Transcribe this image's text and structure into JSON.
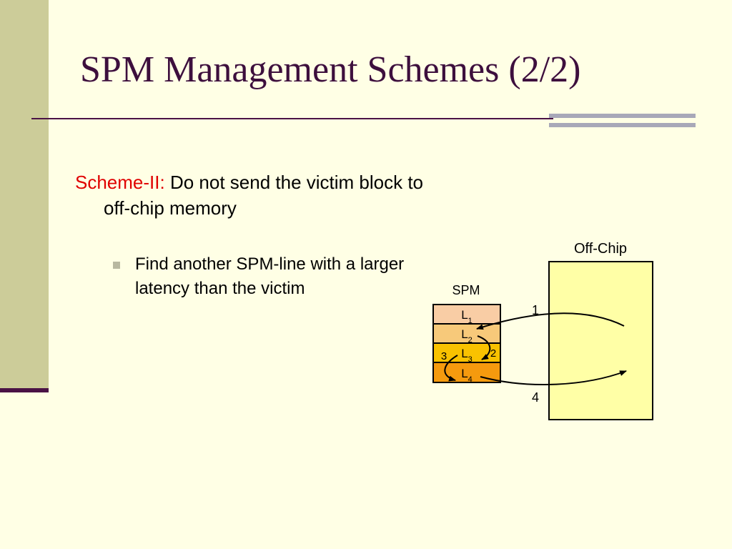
{
  "slide": {
    "title": "SPM Management Schemes (2/2)"
  },
  "content": {
    "scheme_label": "Scheme-II:",
    "scheme_text": "Do not send the victim block to off-chip memory",
    "bullet": "Find another SPM-line with a larger latency than the victim"
  },
  "diagram": {
    "offchip_label": "Off-Chip",
    "spm_label": "SPM",
    "lines": [
      {
        "name": "L",
        "sub": "1",
        "color": "#f9cda5"
      },
      {
        "name": "L",
        "sub": "2",
        "color": "#f7c97a"
      },
      {
        "name": "L",
        "sub": "3",
        "color": "#f9c200"
      },
      {
        "name": "L",
        "sub": "4",
        "color": "#f59a0e"
      }
    ],
    "steps": [
      "1",
      "2",
      "3",
      "4"
    ]
  },
  "colors": {
    "title": "#3d0f3d",
    "scheme_label": "#e00000",
    "offchip_fill": "#ffffa6"
  }
}
